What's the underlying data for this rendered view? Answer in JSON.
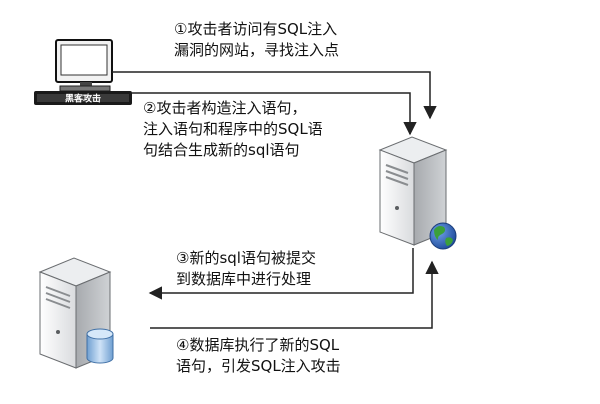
{
  "colors": {
    "arrow": "#222222",
    "server_light": "#f4f4f4",
    "server_dark": "#b9bcc0",
    "globe_blue": "#2f63b8",
    "globe_green": "#3ba03a",
    "db_blue": "#9cc3ea"
  },
  "icons": {
    "attacker": "computer-terminal-icon",
    "web_server": "server-with-globe-icon",
    "db_server": "server-with-database-icon"
  },
  "attacker": {
    "keyboard_label": "黑客攻击"
  },
  "steps": [
    {
      "lines": [
        "①攻击者访问有SQL注入",
        "漏洞的网站，寻找注入点"
      ]
    },
    {
      "lines": [
        "②攻击者构造注入语句，",
        "注入语句和程序中的SQL语",
        "句结合生成新的sql语句"
      ]
    },
    {
      "lines": [
        "③新的sql语句被提交",
        "到数据库中进行处理"
      ]
    },
    {
      "lines": [
        "④数据库执行了新的SQL",
        "语句，引发SQL注入攻击"
      ]
    }
  ]
}
